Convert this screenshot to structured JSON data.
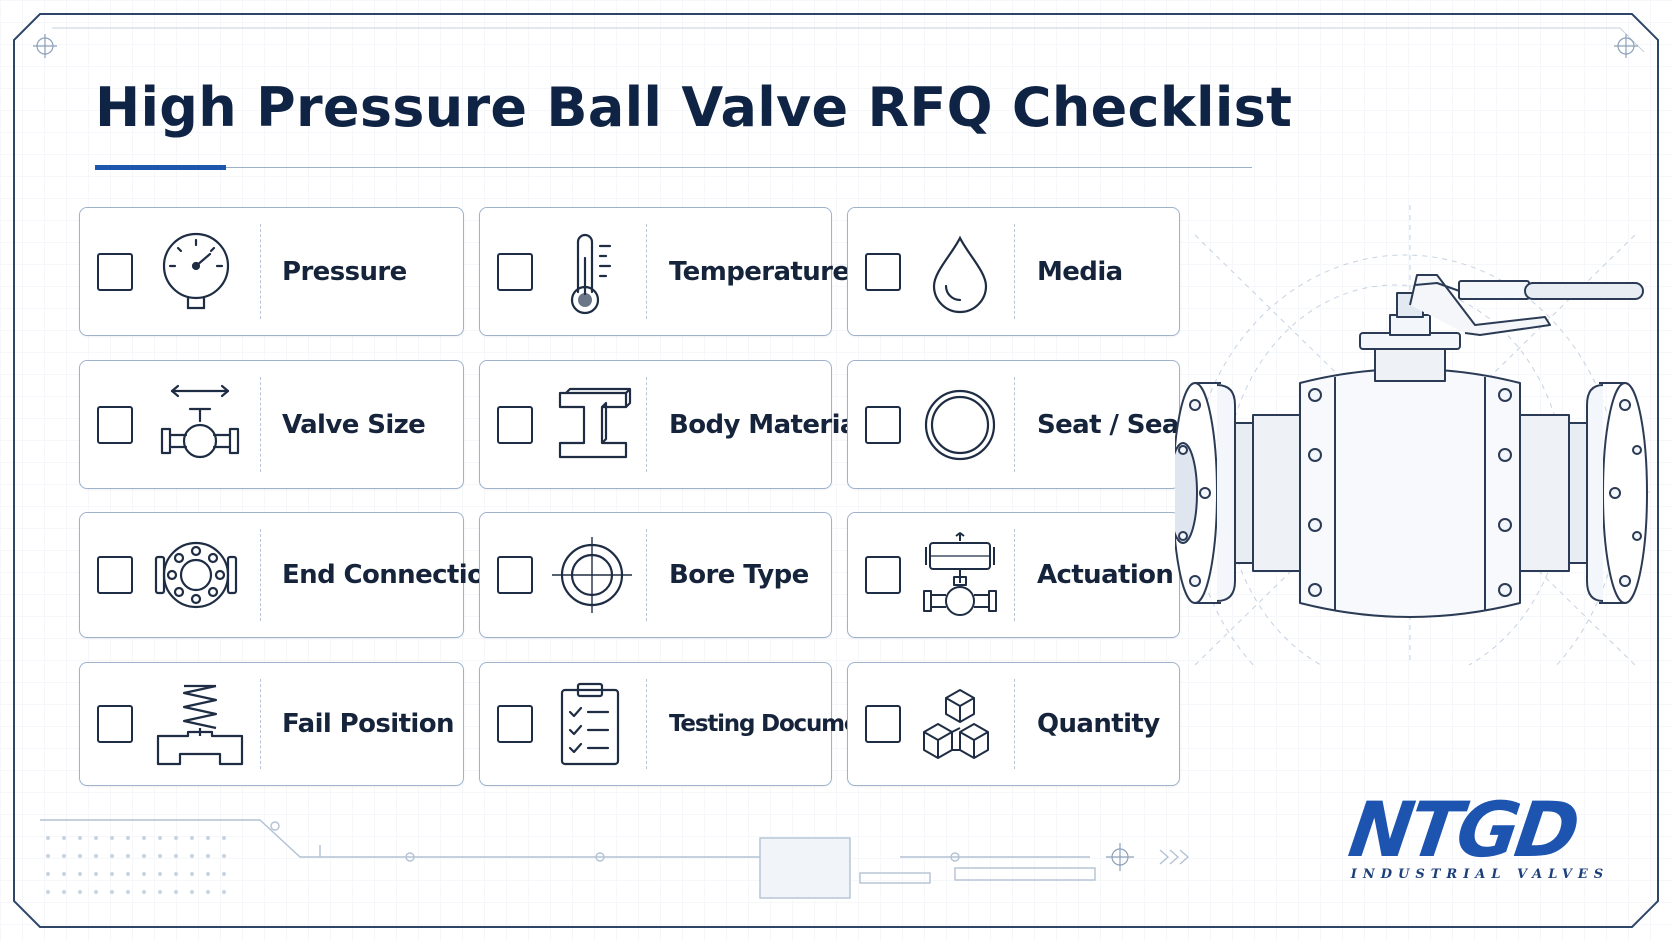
{
  "title": "High Pressure Ball Valve RFQ Checklist",
  "items": [
    {
      "label": "Pressure",
      "icon": "pressure-gauge-icon"
    },
    {
      "label": "Temperature",
      "icon": "thermometer-icon"
    },
    {
      "label": "Media",
      "icon": "droplet-icon"
    },
    {
      "label": "Valve Size",
      "icon": "valve-size-icon"
    },
    {
      "label": "Body Material",
      "icon": "i-beam-icon"
    },
    {
      "label": "Seat / Seal",
      "icon": "seal-ring-icon"
    },
    {
      "label": "End Connection",
      "icon": "flange-icon"
    },
    {
      "label": "Bore Type",
      "icon": "bore-icon"
    },
    {
      "label": "Actuation",
      "icon": "actuator-icon"
    },
    {
      "label": "Fail Position",
      "icon": "spring-icon"
    },
    {
      "label": "Testing Documents",
      "icon": "clipboard-icon"
    },
    {
      "label": "Quantity",
      "icon": "boxes-icon"
    }
  ],
  "logo": {
    "brand": "NTGD",
    "tagline": "INDUSTRIAL VALVES"
  },
  "colors": {
    "navy": "#0f2344",
    "accent": "#1c56ad",
    "brand_red": "#d6262a",
    "border": "#9fb2ca"
  }
}
